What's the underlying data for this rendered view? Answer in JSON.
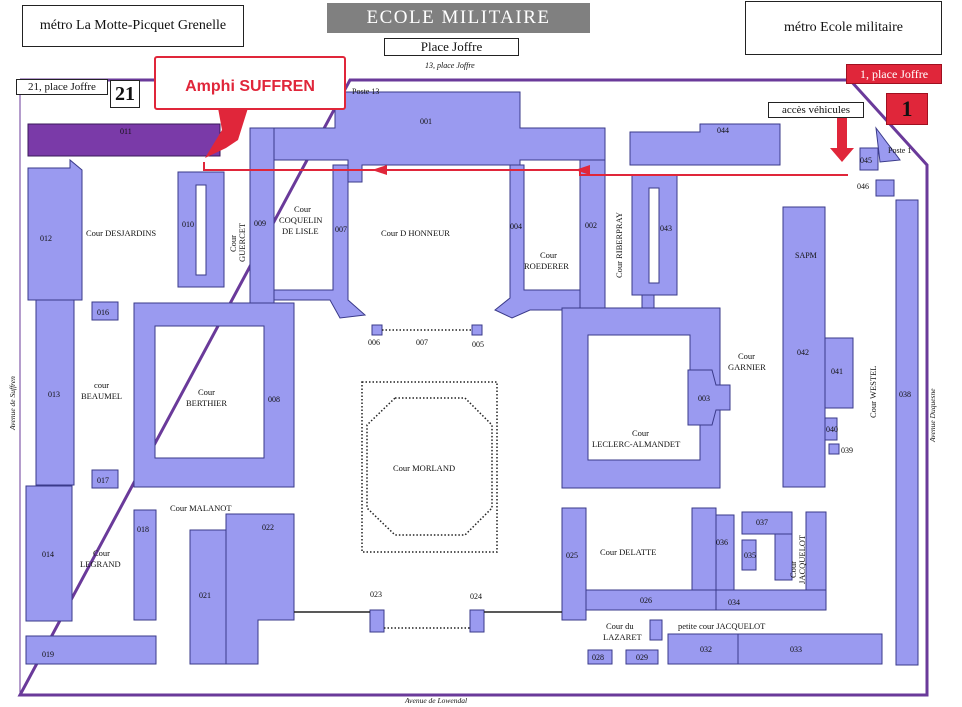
{
  "header": {
    "title": "ECOLE MILITAIRE",
    "metro_left": "métro La Motte-Picquet Grenelle",
    "metro_right": "métro Ecole militaire",
    "place": "Place Joffre",
    "address_center": "13, place Joffre",
    "address_left": "21, place Joffre",
    "entrance_left_number": "21",
    "address_right": "1, place Joffre",
    "entrance_right_number": "1"
  },
  "highlight": {
    "label": "Amphi SUFFREN",
    "color": "#e0263a"
  },
  "gates": {
    "poste13": "Poste 13",
    "poste1": "Poste 1",
    "vehicle_access": "accès véhicules"
  },
  "streets": {
    "left": "Avenue de Suffren",
    "right": "Avenue Duquesne",
    "bottom": "Avenue de Lowendal"
  },
  "courtyards": {
    "desjardins": "Cour DESJARDINS",
    "guercet_1": "Cour",
    "guercet_2": "GUERCET",
    "coquelin_1": "Cour",
    "coquelin_2": "COQUELIN",
    "coquelin_3": "DE LISLE",
    "honneur": "Cour D HONNEUR",
    "roederer_1": "Cour",
    "roederer_2": "ROEDERER",
    "riberpray": "Cour RIBERPRAY",
    "beaumel_1": "cour",
    "beaumel_2": "BEAUMEL",
    "berthier_1": "Cour",
    "berthier_2": "BERTHIER",
    "morland": "Cour MORLAND",
    "garnier_1": "Cour",
    "garnier_2": "GARNIER",
    "leclerc_1": "Cour",
    "leclerc_2": "LECLERC-ALMANDET",
    "westel": "Cour WESTEL",
    "malanot": "Cour MALANOT",
    "legrand_1": "Cour",
    "legrand_2": "LEGRAND",
    "delatte": "Cour DELATTE",
    "jacquelot_1": "Cour",
    "jacquelot_2": "JACQUELOT",
    "lazaret_1": "Cour du",
    "lazaret_2": "LAZARET",
    "petite_jacquelot": "petite cour JACQUELOT"
  },
  "buildings": {
    "b001": "001",
    "b002": "002",
    "b003": "003",
    "b004": "004",
    "b005": "005",
    "b006": "006",
    "b007": "007",
    "b007b": "007",
    "b008": "008",
    "b009": "009",
    "b010": "010",
    "b011": "011",
    "b012": "012",
    "b013": "013",
    "b014": "014",
    "b016": "016",
    "b017": "017",
    "b018": "018",
    "b019": "019",
    "b021": "021",
    "b022": "022",
    "b023": "023",
    "b024": "024",
    "b025": "025",
    "b026": "026",
    "b028": "028",
    "b029": "029",
    "b032": "032",
    "b033": "033",
    "b034": "034",
    "b035": "035",
    "b036": "036",
    "b037": "037",
    "b038": "038",
    "b039": "039",
    "b040": "040",
    "b041": "041",
    "b042": "042",
    "b043": "043",
    "b044": "044",
    "b045": "045",
    "b046": "046",
    "sapm": "SAPM"
  },
  "colors": {
    "building_fill": "#9a9af0",
    "highlighted_building": "#7a3aa8",
    "perimeter": "#6a3a9a",
    "route": "#e0263a"
  }
}
